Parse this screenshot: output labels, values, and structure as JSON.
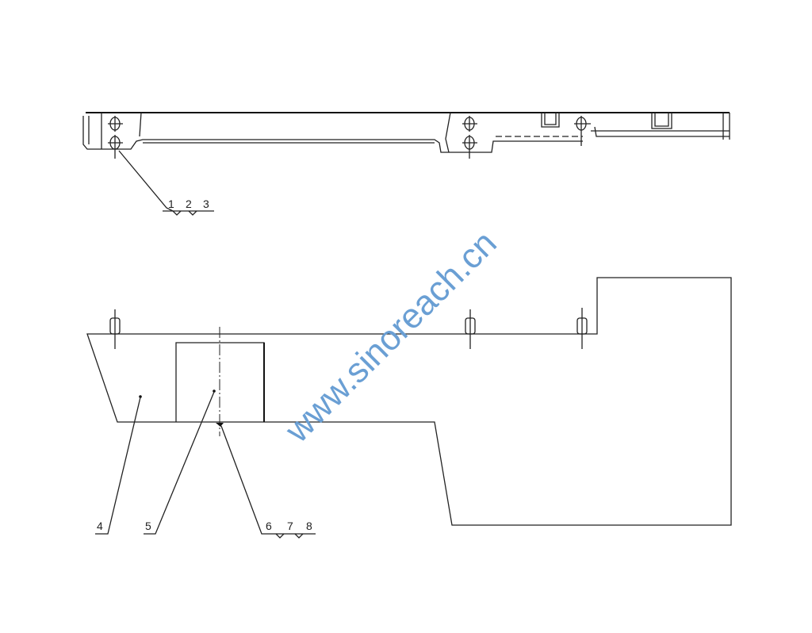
{
  "drawing": {
    "top_view_callout": [
      "1",
      "2",
      "3"
    ],
    "front_view_callouts": {
      "a": "4",
      "b": "5",
      "c": [
        "6",
        "7",
        "8"
      ]
    }
  },
  "watermark": "www.sinoreach.cn",
  "colors": {
    "line": "#222222",
    "watermark": "#6a9fd4"
  }
}
